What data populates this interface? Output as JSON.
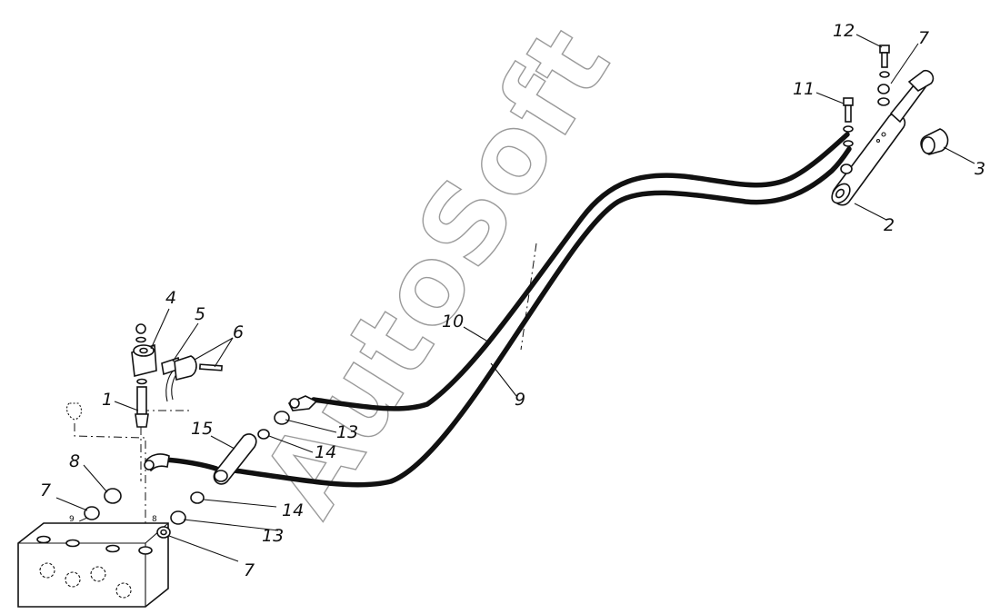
{
  "watermark": "AutoSoft",
  "callouts": [
    {
      "id": "c1",
      "text": "1"
    },
    {
      "id": "c2",
      "text": "2"
    },
    {
      "id": "c3",
      "text": "3"
    },
    {
      "id": "c4",
      "text": "4"
    },
    {
      "id": "c5",
      "text": "5"
    },
    {
      "id": "c6",
      "text": "6"
    },
    {
      "id": "c7a",
      "text": "7"
    },
    {
      "id": "c7b",
      "text": "7"
    },
    {
      "id": "c7c",
      "text": "7"
    },
    {
      "id": "c8",
      "text": "8"
    },
    {
      "id": "c9",
      "text": "9"
    },
    {
      "id": "c10",
      "text": "10"
    },
    {
      "id": "c11",
      "text": "11"
    },
    {
      "id": "c12",
      "text": "12"
    },
    {
      "id": "c13a",
      "text": "13"
    },
    {
      "id": "c13b",
      "text": "13"
    },
    {
      "id": "c14a",
      "text": "14"
    },
    {
      "id": "c14b",
      "text": "14"
    },
    {
      "id": "c15",
      "text": "15"
    }
  ],
  "port_marks": {
    "left": "9",
    "right": "8"
  }
}
